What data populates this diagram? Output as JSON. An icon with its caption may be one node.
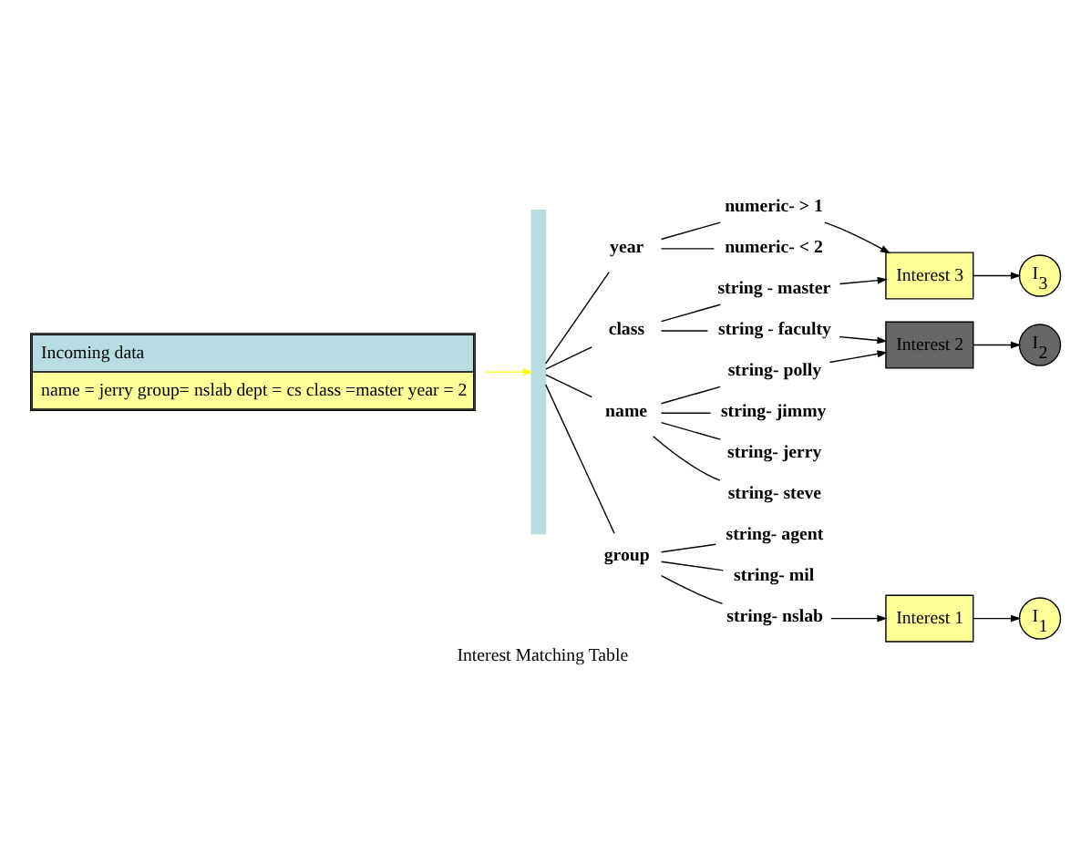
{
  "diagram": {
    "caption": "Interest Matching Table",
    "nodes": [
      {
        "text": [
          "Incoming data",
          "name = jerry group= nslab dept = cs class =master year = 2"
        ]
      },
      {
        "text": [],
        "shape": "bar"
      },
      {
        "text": [
          "name"
        ]
      },
      {
        "text": [
          "group"
        ]
      },
      {
        "text": [
          "year"
        ]
      },
      {
        "text": [
          "class"
        ]
      },
      {
        "text": [
          "string- polly"
        ]
      },
      {
        "text": [
          "string- jimmy"
        ]
      },
      {
        "text": [
          "string- jerry"
        ]
      },
      {
        "text": [
          "string- steve"
        ]
      },
      {
        "text": [
          "string- nslab"
        ]
      },
      {
        "text": [
          "string- agent"
        ]
      },
      {
        "text": [
          "string- mil"
        ]
      },
      {
        "text": [
          "numeric- > 1"
        ]
      },
      {
        "text": [
          "numeric- < 2"
        ]
      },
      {
        "text": [
          "string - master"
        ]
      },
      {
        "text": [
          "string - faculty"
        ]
      },
      {
        "text": [
          "Interest 1"
        ]
      },
      {
        "text": [
          "I$_{1}$"
        ]
      },
      {
        "text": [
          "Interest 2"
        ]
      },
      {
        "text": [
          "I$_{2}$"
        ]
      },
      {
        "text": [
          "Interest 3"
        ]
      },
      {
        "text": [
          "I$_{3}$"
        ]
      }
    ],
    "edges": [
      {
        "from": 0,
        "to": 1,
        "arrow": "to",
        "color": "#ffff00"
      },
      {
        "from": 1,
        "to": 2,
        "arrow": "none"
      },
      {
        "from": 1,
        "to": 3,
        "arrow": "none"
      },
      {
        "from": 1,
        "to": 4,
        "arrow": "none"
      },
      {
        "from": 1,
        "to": 5,
        "arrow": "none"
      },
      {
        "from": 2,
        "to": 6,
        "arrow": "none"
      },
      {
        "from": 2,
        "to": 7,
        "arrow": "none"
      },
      {
        "from": 2,
        "to": 8,
        "arrow": "none"
      },
      {
        "from": 2,
        "to": 9,
        "arrow": "none"
      },
      {
        "from": 3,
        "to": 10,
        "arrow": "none"
      },
      {
        "from": 3,
        "to": 11,
        "arrow": "none"
      },
      {
        "from": 3,
        "to": 12,
        "arrow": "none"
      },
      {
        "from": 4,
        "to": 13,
        "arrow": "none"
      },
      {
        "from": 4,
        "to": 14,
        "arrow": "none"
      },
      {
        "from": 5,
        "to": 15,
        "arrow": "none"
      },
      {
        "from": 5,
        "to": 16,
        "arrow": "none"
      },
      {
        "from": 6,
        "to": 19,
        "arrow": "to"
      },
      {
        "from": 10,
        "to": 17,
        "arrow": "to"
      },
      {
        "from": 13,
        "to": 21,
        "arrow": "to"
      },
      {
        "from": 15,
        "to": 21,
        "arrow": "to"
      },
      {
        "from": 16,
        "to": 19,
        "arrow": "to"
      },
      {
        "from": 17,
        "to": 18,
        "arrow": "to"
      },
      {
        "from": 19,
        "to": 20,
        "arrow": "to"
      },
      {
        "from": 21,
        "to": 22,
        "arrow": "to"
      }
    ]
  }
}
